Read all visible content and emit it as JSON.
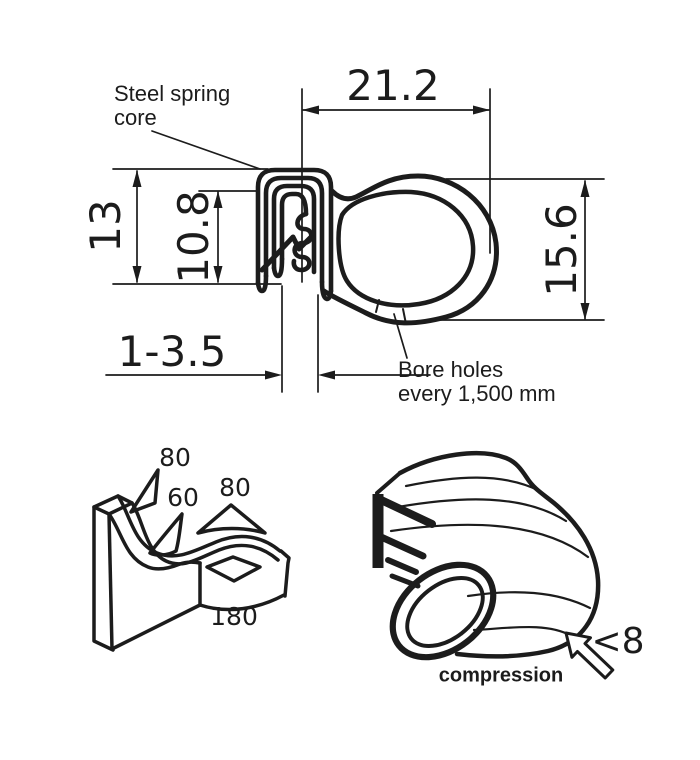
{
  "drawing": {
    "type": "edge-protection-seal-profile-technical-drawing",
    "colors": {
      "line": "#1c1c1c",
      "background": "#ffffff"
    }
  },
  "cross_section": {
    "label_steel_spring_core": "Steel spring\ncore",
    "note_bore_holes": "Bore holes\nevery 1,500 mm",
    "dim_overall_width": "21.2",
    "dim_clamp_height": "13",
    "dim_clamp_inner_height": "10.8",
    "dim_bulb_height": "15.6",
    "dim_clamping_range": "1-3.5"
  },
  "bend_sketch": {
    "angle_outer_top": "80",
    "angle_valley": "60",
    "angle_crest": "80",
    "angle_flat": "180"
  },
  "compression_view": {
    "compression_limit": "<8",
    "caption": "compression"
  }
}
